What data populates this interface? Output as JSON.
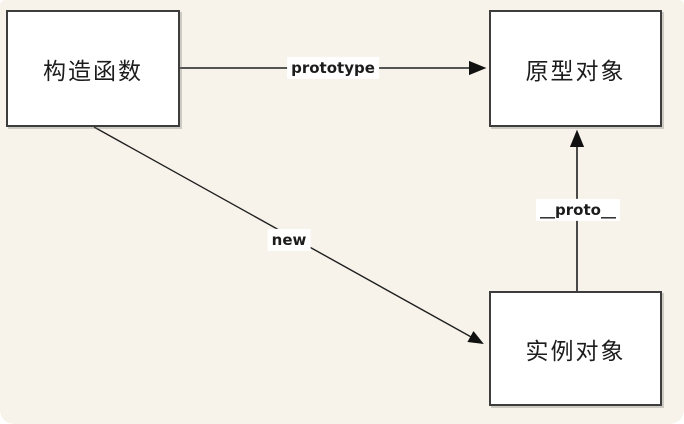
{
  "diagram": {
    "title": "js-prototype-relationship",
    "nodes": [
      {
        "id": "constructor",
        "label": "构造函数"
      },
      {
        "id": "prototype-object",
        "label": "原型对象"
      },
      {
        "id": "instance-object",
        "label": "实例对象"
      }
    ],
    "edges": [
      {
        "from": "constructor",
        "to": "prototype-object",
        "label": "prototype"
      },
      {
        "from": "constructor",
        "to": "instance-object",
        "label": "new"
      },
      {
        "from": "instance-object",
        "to": "prototype-object",
        "label": "__proto__"
      }
    ]
  },
  "colors": {
    "bg": "#f7f3ea",
    "box-border": "#3d3d3d",
    "line": "#1f1f1f",
    "text": "#1c1c1c"
  }
}
